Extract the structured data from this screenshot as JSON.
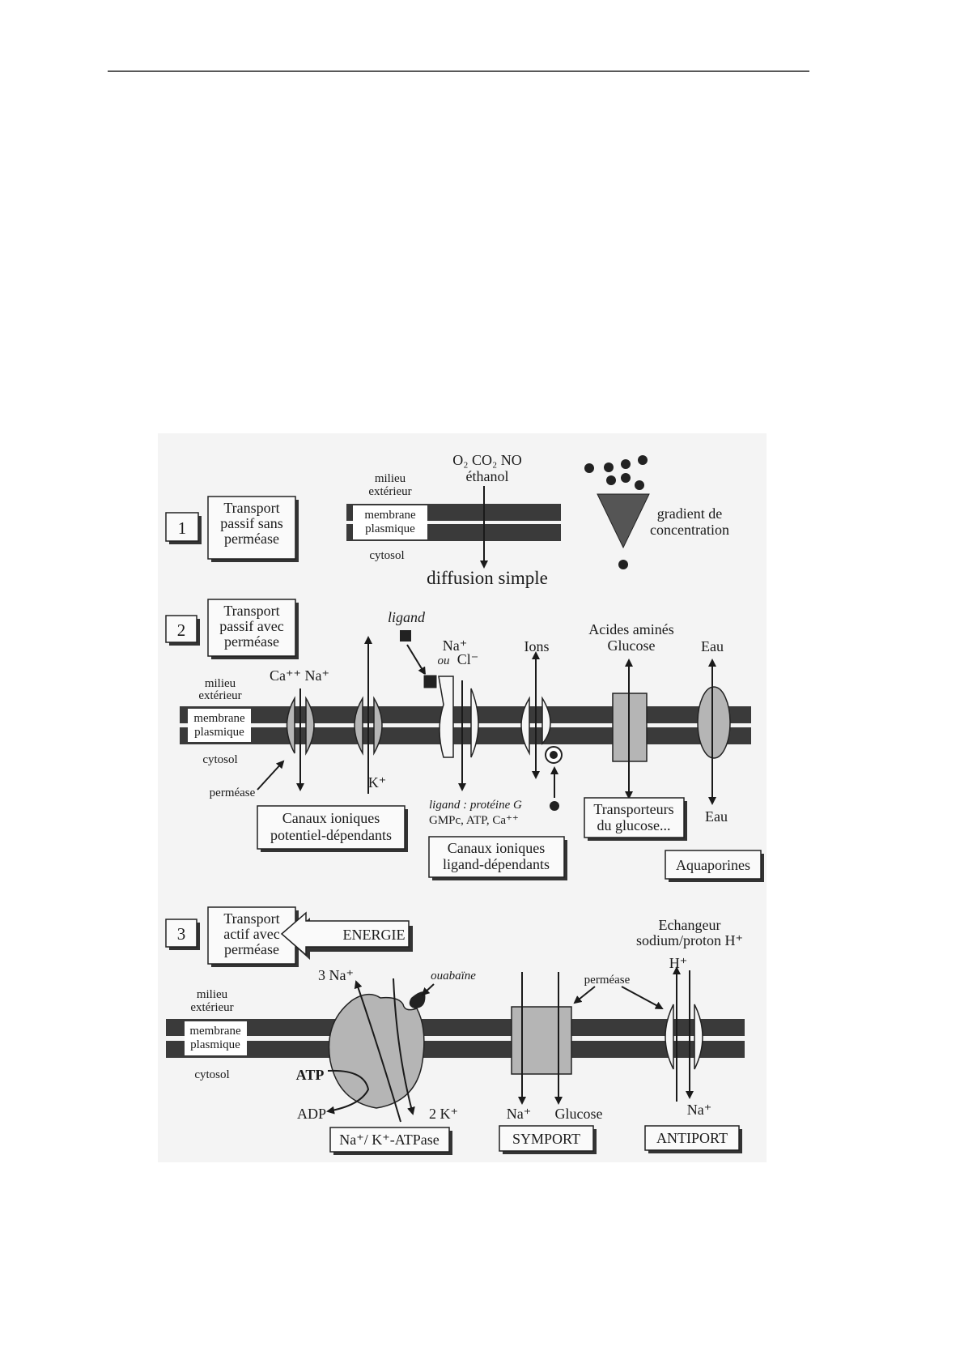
{
  "section1": {
    "number": "1",
    "title_lines": [
      "Transport",
      "passif sans",
      "perméase"
    ],
    "outside_label": [
      "milieu",
      "extérieur"
    ],
    "membrane_label": [
      "membrane",
      "plasmique"
    ],
    "cytosol_label": "cytosol",
    "molecules": "O₂ CO₂ NO",
    "ethanol": "éthanol",
    "diffusion_label": "diffusion simple",
    "gradient_label": [
      "gradient de",
      "concentration"
    ]
  },
  "section2": {
    "number": "2",
    "title_lines": [
      "Transport",
      "passif avec",
      "perméase"
    ],
    "outside_label": [
      "milieu",
      "extérieur"
    ],
    "membrane_label": [
      "membrane",
      "plasmique"
    ],
    "cytosol_label": "cytosol",
    "permease_label": "perméase",
    "ca_na": "Ca⁺⁺ Na⁺",
    "k": "K⁺",
    "ligand": "ligand",
    "na": "Na⁺",
    "ou": "ou",
    "cl": "Cl⁻",
    "ligand_desc": [
      "ligand : protéine G",
      "GMPc, ATP, Ca⁺⁺"
    ],
    "ions": "Ions",
    "amino": [
      "Acides aminés",
      "Glucose"
    ],
    "eau_top": "Eau",
    "eau_bottom": "Eau",
    "box_voltage": [
      "Canaux ioniques",
      "potentiel-dépendants"
    ],
    "box_ligand": [
      "Canaux ioniques",
      "ligand-dépendants"
    ],
    "box_glucose": [
      "Transporteurs",
      "du glucose..."
    ],
    "box_aqua": "Aquaporines"
  },
  "section3": {
    "number": "3",
    "title_lines": [
      "Transport",
      "actif avec",
      "perméase"
    ],
    "energy": "ENERGIE",
    "exchanger": [
      "Echangeur",
      "sodium/proton H⁺"
    ],
    "outside_label": [
      "milieu",
      "extérieur"
    ],
    "membrane_label": [
      "membrane",
      "plasmique"
    ],
    "cytosol_label": "cytosol",
    "na3": "3 Na⁺",
    "ouabaine": "ouabaïne",
    "atp": "ATP",
    "adp": "ADP",
    "k2": "2 K⁺",
    "permease_label": "perméase",
    "h": "H⁺",
    "na_symport": "Na⁺",
    "glucose": "Glucose",
    "na_antiport": "Na⁺",
    "box_atpase": "Na⁺/ K⁺-ATPase",
    "box_symport": "SYMPORT",
    "box_antiport": "ANTIPORT"
  }
}
